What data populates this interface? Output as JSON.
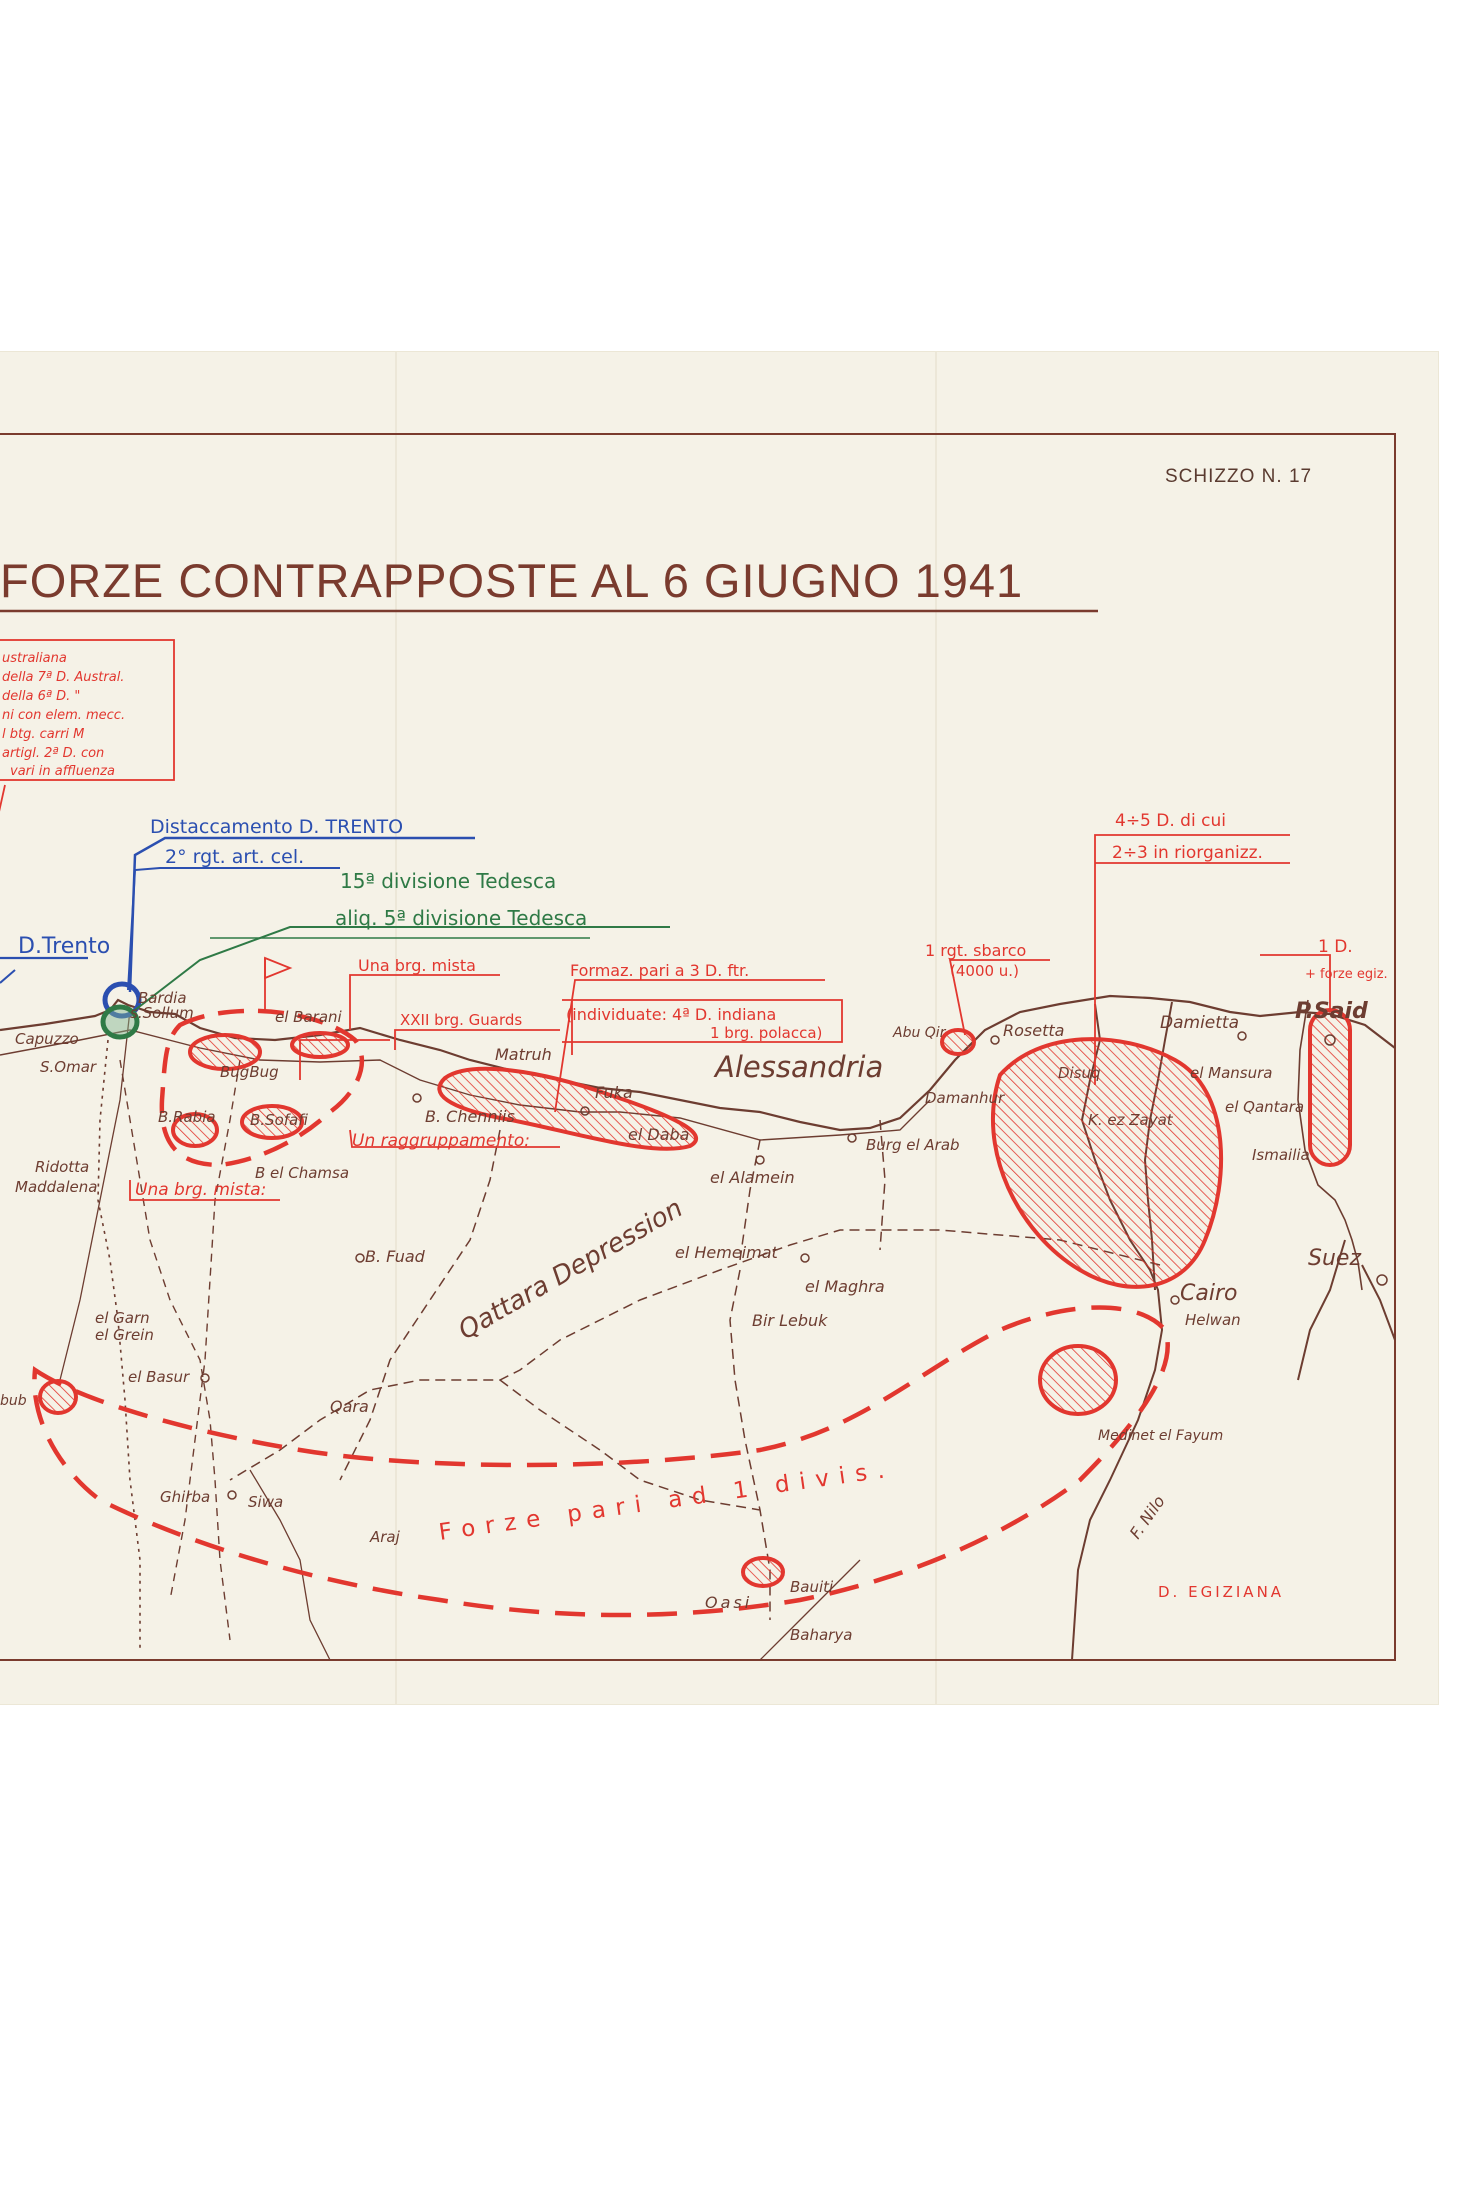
{
  "header": {
    "sheet_number": "SCHIZZO N. 17",
    "title": "FORZE CONTRAPPOSTE AL 6 GIUGNO 1941"
  },
  "legend_box_lines": [
    "ustraliana",
    "della 7ª D. Austral.",
    "della 6ª D.     \"",
    "ni con elem. mecc.",
    "l btg. carri M",
    "artigl. 2ª D. con",
    "vari in affluenza"
  ],
  "axis_labels": {
    "distaccamento": "Distaccamento D. TRENTO",
    "rgt_art": "2° rgt. art. cel.",
    "div15": "15ª divisione Tedesca",
    "div5": "aliq. 5ª divisione Tedesca",
    "trento": "D.Trento",
    "brg_mista": "Una brg. mista",
    "guards": "XXII brg. Guards",
    "formaz1": "Formaz. pari a 3 D. ftr.",
    "formaz2": "(individuate: 4ª D. indiana",
    "formaz3": "1  brg. polacca)",
    "sbarco1": "1 rgt. sbarco",
    "sbarco2": "(4000 u.)",
    "forze_a": "4÷5 D. di cui",
    "forze_b": "2÷3 in riorganizz.",
    "one_d": "1 D.",
    "forze_egiz": "+ forze egiz.",
    "raggruppamento": "Un raggruppamento:",
    "brg_mista2": "Una brg. mista:",
    "forze_pari": "Forze pari ad 1 divis.",
    "d_egiziana": "D. EGIZIANA",
    "depression": "Qattara Depression"
  },
  "places": {
    "bardia": "Bardia",
    "sollum": "s.Sollum",
    "capuzzo": "Capuzzo",
    "omar": "S.Omar",
    "barani": "el Barani",
    "bugbug": "BugBug",
    "rabia": "B.Rabia",
    "sofafi": "B.Sofafi",
    "chamsa": "B el Chamsa",
    "ridotta": "Ridotta",
    "maddalena": "Maddalena",
    "matruh": "Matruh",
    "chenniis": "B. Chenniis",
    "fuka": "Fuka",
    "daba": "el Daba",
    "alamein": "el Alamein",
    "alessandria": "Alessandria",
    "abuqir": "Abu Qir",
    "rosetta": "Rosetta",
    "damietta": "Damietta",
    "psaid": "P.Said",
    "damanhur": "Damanhur",
    "burg": "Burg el Arab",
    "disuq": "Disuq",
    "mansura": "el Mansura",
    "qantara": "el Qantara",
    "ismailia": "Ismailia",
    "zagazig": "K. ez Zayat",
    "suez": "Suez",
    "cairo": "Cairo",
    "helwan": "Helwan",
    "hemeimat": "el Hemeimat",
    "maghra": "el Maghra",
    "lebuk": "Bir Lebuk",
    "fuad": "B. Fuad",
    "garn": "el Garn",
    "grein": "el Grein",
    "basur": "el Basur",
    "qara": "Qara",
    "ghirba": "Ghirba",
    "siwa": "Siwa",
    "araj": "Araj",
    "bauiti": "Bauiti",
    "oasi": "Oasi",
    "baharya": "Baharya",
    "medinet": "Medinet el Fayum",
    "nilo": "F. Nilo",
    "jarabub": "bub"
  },
  "colors": {
    "paper": "#f5f2e7",
    "brown_ink": "#6d3d31",
    "red_ink": "#e2372f",
    "blue_ink": "#2b4fb0",
    "green_ink": "#2f7a46"
  }
}
